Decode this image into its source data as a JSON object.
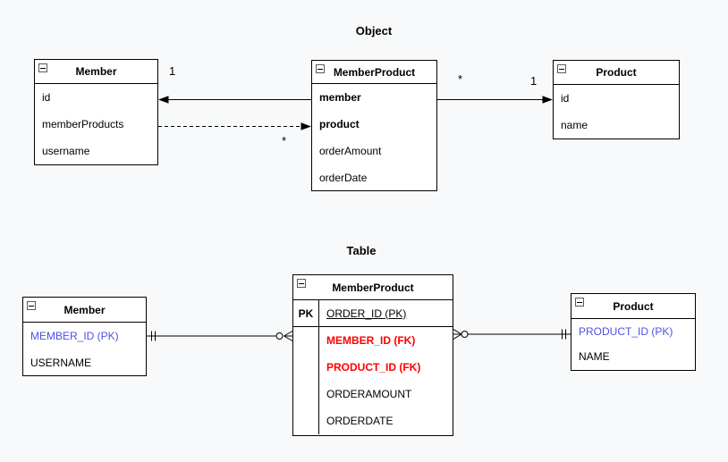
{
  "object_section": {
    "title": "Object",
    "member": {
      "title": "Member",
      "fields": [
        "id",
        "memberProducts",
        "username"
      ]
    },
    "member_product": {
      "title": "MemberProduct",
      "fields": [
        "member",
        "product",
        "orderAmount",
        "orderDate"
      ]
    },
    "product": {
      "title": "Product",
      "fields": [
        "id",
        "name"
      ]
    },
    "labels": {
      "member_multiplicity": "1",
      "member_products_multiplicity": "*",
      "product_link_source_multiplicity": "*",
      "product_link_target_multiplicity": "1"
    }
  },
  "table_section": {
    "title": "Table",
    "member": {
      "title": "Member",
      "fields": [
        "MEMBER_ID (PK)",
        "USERNAME"
      ]
    },
    "member_product": {
      "title": "MemberProduct",
      "pk_column_header": "PK",
      "pk_field": "ORDER_ID (PK)",
      "fields": [
        "MEMBER_ID (FK)",
        "PRODUCT_ID (FK)",
        "ORDERAMOUNT",
        "ORDERDATE"
      ]
    },
    "product": {
      "title": "Product",
      "fields": [
        "PRODUCT_ID (PK)",
        "NAME"
      ]
    }
  },
  "icons": {
    "collapse": "minus-square"
  },
  "colors": {
    "background": "#f8f9fa",
    "entity_fill": "#ffffff",
    "entity_border": "#000000",
    "primary_key_text": "#5050e6",
    "foreign_key_text": "#ff0000"
  }
}
